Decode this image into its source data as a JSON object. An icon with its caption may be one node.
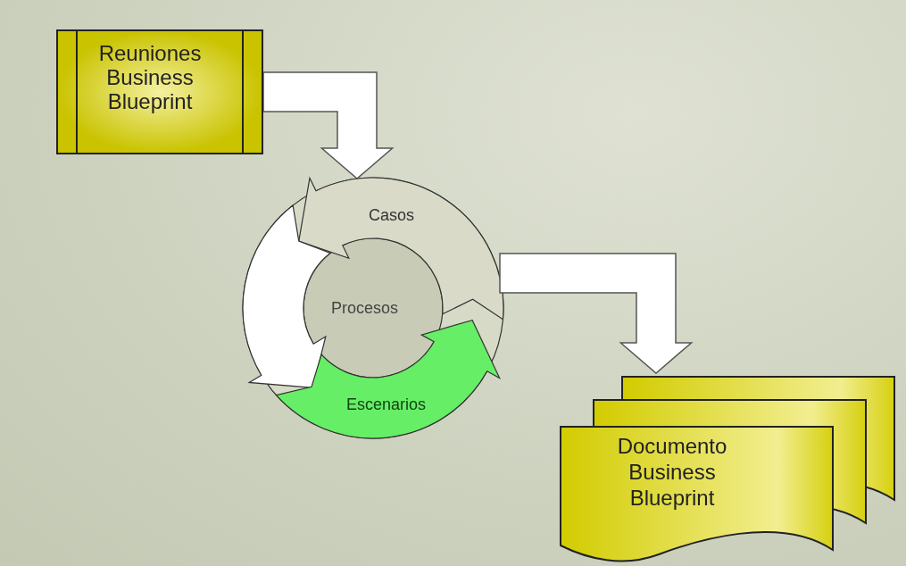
{
  "diagram": {
    "nodes": [
      {
        "text": [
          "Reuniones Business Blueprint"
        ]
      },
      {
        "text": [
          "Casos",
          "Procesos",
          "Escenarios"
        ]
      },
      {
        "text": [
          "Documento Business Blueprint"
        ]
      }
    ],
    "edges": [
      {
        "from": 0,
        "to": 1,
        "arrow": "to",
        "style": "thick"
      },
      {
        "from": 1,
        "to": 2,
        "arrow": "to",
        "style": "thick"
      }
    ]
  }
}
